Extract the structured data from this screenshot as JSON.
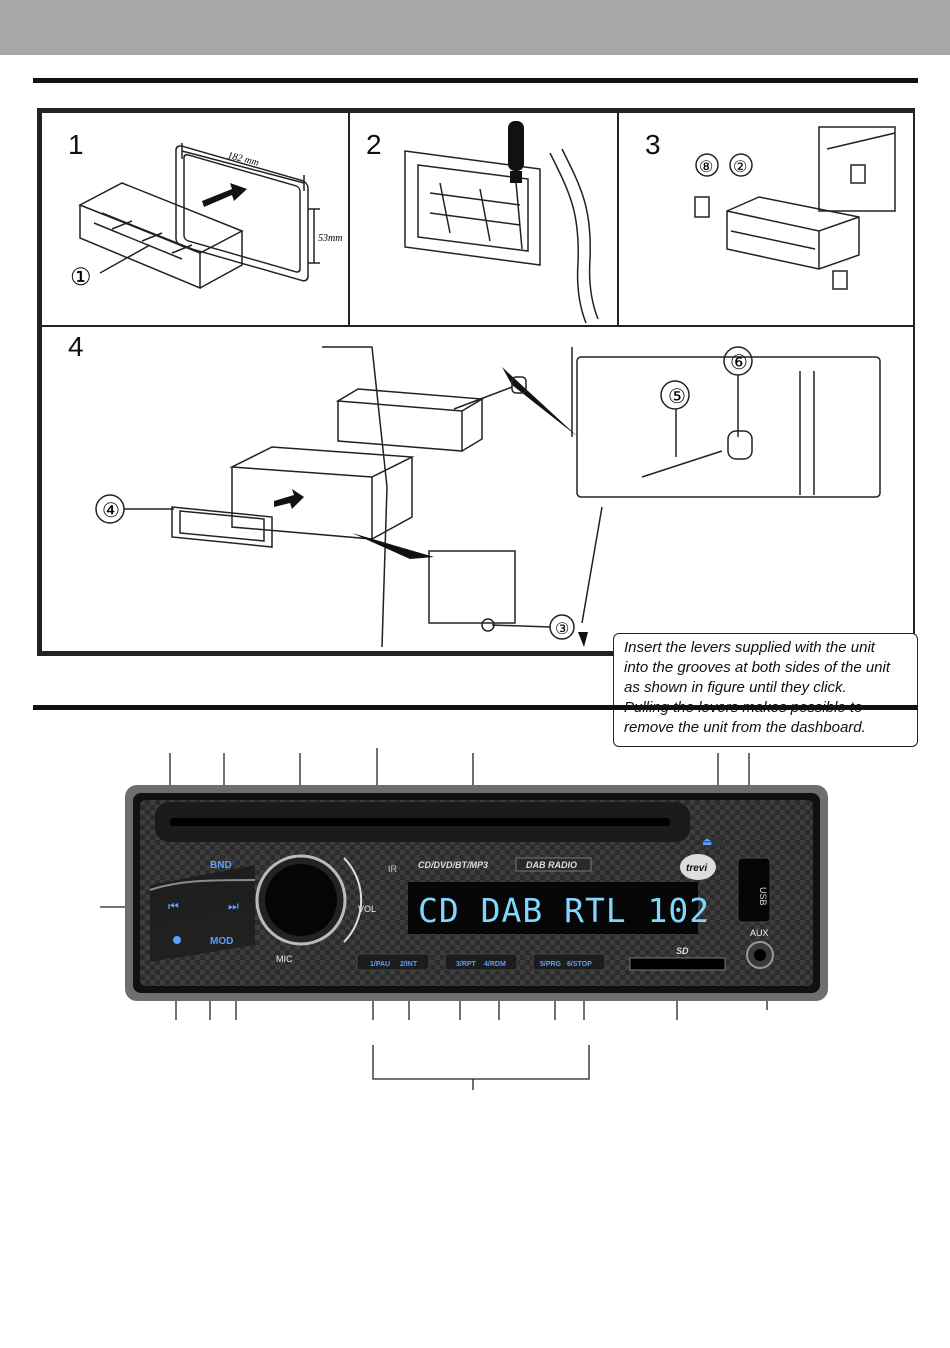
{
  "installation": {
    "steps": [
      "1",
      "2",
      "3",
      "4"
    ],
    "dimensions": {
      "width": "182 mm",
      "height": "53mm"
    },
    "parts": [
      "①",
      "②",
      "③",
      "④",
      "⑤",
      "⑥",
      "⑧"
    ],
    "note_lines": [
      "Insert the levers supplied with the unit",
      "into the grooves at both sides of the unit",
      "as shown in figure until they click.",
      "Pulling the levers makes possible to",
      "remove the unit from the dashboard."
    ]
  },
  "radio": {
    "ir": "IR",
    "format_label": "CD/DVD/BT/MP3",
    "dab_label": "DAB RADIO",
    "brand": "trevi",
    "display_text": "CD DAB RTL 102",
    "band_label": "BND",
    "vol_label": "VOL",
    "mic_label": "MIC",
    "mode_label": "MOD",
    "prev_icon": "⏮",
    "next_icon": "⏭",
    "eject_icon": "⏏",
    "usb_label": "USB",
    "aux_label": "AUX",
    "sd_label": "SD",
    "preset_buttons": [
      "1/PAU",
      "2/INT",
      "3/RPT",
      "4/RDM",
      "5/PRG",
      "6/STOP"
    ]
  }
}
